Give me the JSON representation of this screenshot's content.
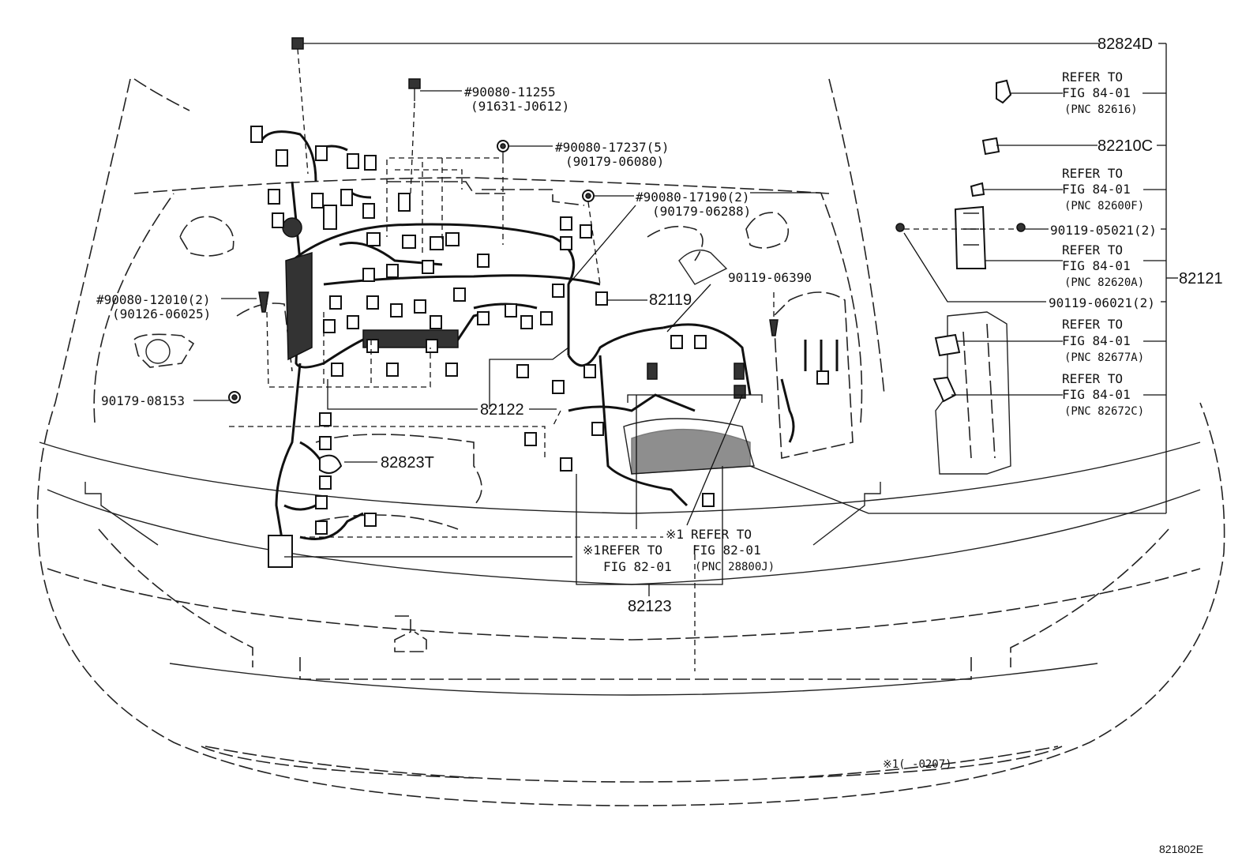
{
  "labels": {
    "p82824d": "82824D",
    "p90080_11255": "#90080-11255",
    "p91631": "(91631-J0612)",
    "p90080_17237": "#90080-17237(5)",
    "p90179_06080": "(90179-06080)",
    "p90080_17190": "#90080-17190(2)",
    "p90179_06288": "(90179-06288)",
    "p90080_12010": "#90080-12010(2)",
    "p90126_06025": "(90126-06025)",
    "p90179_08153": "90179-08153",
    "p82119": "82119",
    "p82122": "82122",
    "p82823t": "82823T",
    "p90119_06390": "90119-06390",
    "p82123": "82123",
    "p82121": "82121",
    "p82210c": "82210C",
    "p90119_05021": "90119-05021(2)",
    "p90119_06021": "90119-06021(2)",
    "refer_to": "REFER TO",
    "fig_84_01": "FIG 84-01",
    "fig_82_01": "FIG 82-01",
    "pnc_82616": "(PNC 82616)",
    "pnc_82600f": "(PNC 82600F)",
    "pnc_82620a": "(PNC 82620A)",
    "pnc_82677a": "(PNC 82677A)",
    "pnc_82672c": "(PNC 82672C)",
    "pnc_28800j": "(PNC 28800J)",
    "mark1": "※1",
    "footnote": "※1(      -0207)",
    "diagram_id": "821802E"
  }
}
